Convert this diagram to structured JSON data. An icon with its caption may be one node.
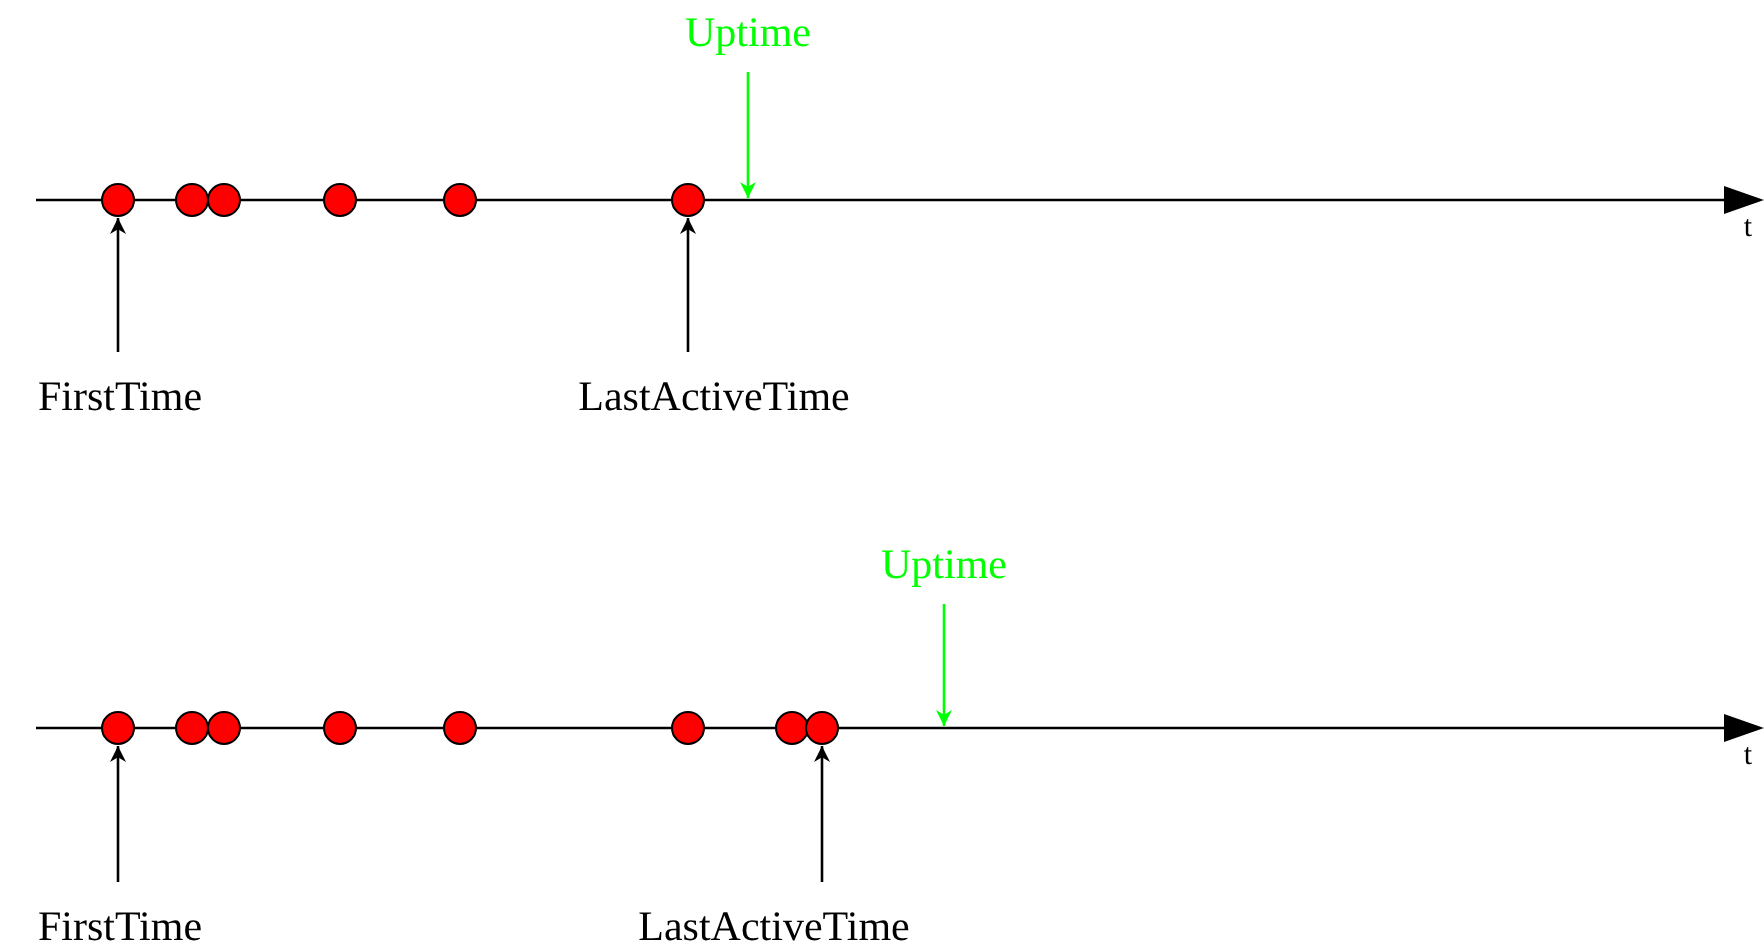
{
  "diagram": {
    "nodes": [
      {
        "text": [
          "Uptime"
        ]
      },
      {
        "text": [],
        "shape": "line",
        "beside": [
          "t"
        ]
      },
      {
        "text": [],
        "shape": "circle",
        "in": 1
      },
      {
        "text": [],
        "shape": "circle",
        "in": 1
      },
      {
        "text": [],
        "shape": "circle",
        "in": 1
      },
      {
        "text": [],
        "shape": "circle",
        "in": 1
      },
      {
        "text": [],
        "shape": "circle",
        "in": 1
      },
      {
        "text": [],
        "shape": "circle",
        "in": 1
      },
      {
        "text": [
          "FirstTime"
        ]
      },
      {
        "text": [
          "LastActiveTime"
        ]
      },
      {
        "text": [
          "Uptime"
        ]
      },
      {
        "text": [],
        "shape": "line",
        "beside": [
          "t"
        ]
      },
      {
        "text": [],
        "shape": "circle",
        "in": 11
      },
      {
        "text": [],
        "shape": "circle",
        "in": 11
      },
      {
        "text": [],
        "shape": "circle",
        "in": 11
      },
      {
        "text": [],
        "shape": "circle",
        "in": 11
      },
      {
        "text": [],
        "shape": "circle",
        "in": 11
      },
      {
        "text": [],
        "shape": "circle",
        "in": 11
      },
      {
        "text": [],
        "shape": "circle",
        "in": 11
      },
      {
        "text": [],
        "shape": "circle",
        "in": 11
      },
      {
        "text": [
          "FirstTime"
        ]
      },
      {
        "text": [
          "LastActiveTime"
        ]
      }
    ],
    "edges": [
      {
        "from": 0,
        "to": 1,
        "arrow": "to",
        "color": "#00ff00"
      },
      {
        "from": 8,
        "to": 2,
        "arrow": "to"
      },
      {
        "from": 9,
        "to": 7,
        "arrow": "to"
      },
      {
        "from": 10,
        "to": 11,
        "arrow": "to",
        "color": "#00ff00"
      },
      {
        "from": 20,
        "to": 12,
        "arrow": "to"
      },
      {
        "from": 21,
        "to": 19,
        "arrow": "to"
      }
    ]
  }
}
